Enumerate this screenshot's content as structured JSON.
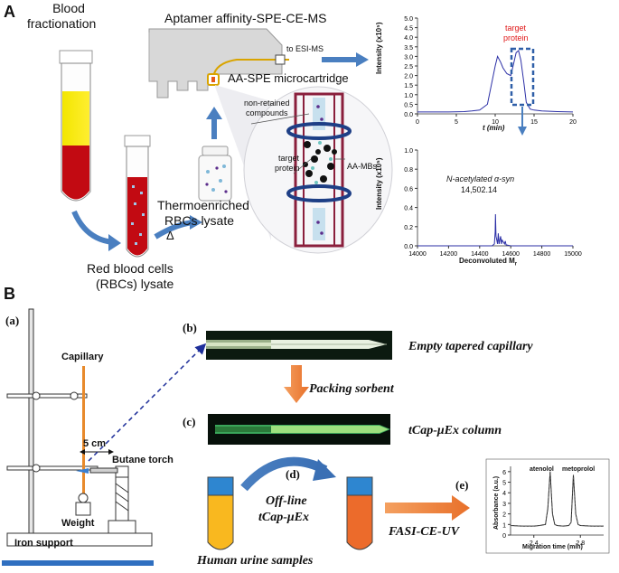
{
  "panelA": {
    "letter": "A",
    "blood_fractionation": [
      "Blood",
      "fractionation"
    ],
    "title": "Aptamer affinity-SPE-CE-MS",
    "to_esi_ms": "to ESI-MS",
    "microcartridge": "AA-SPE microcartridge",
    "non_retained": [
      "non-retained",
      "compounds"
    ],
    "target_protein": [
      "target",
      "protein"
    ],
    "aa_mbs": "AA-MBs",
    "thermo": [
      "Thermoenriched",
      "RBCs lysate"
    ],
    "delta": "Δ",
    "rbc_lysate": [
      "Red blood cells",
      "(RBCs) lysate"
    ],
    "chart1": {
      "target_label": [
        "target",
        "protein"
      ],
      "ylabel": "Intensity  (x10⁵)",
      "xlabel": "t (min)",
      "yticks": [
        "0.0",
        "0.5",
        "1.0",
        "1.5",
        "2.0",
        "2.5",
        "3.0",
        "3.5",
        "4.0",
        "4.5",
        "5.0"
      ],
      "xticks": [
        "0",
        "5",
        "10",
        "15",
        "20"
      ]
    },
    "chart2": {
      "ylabel": "Intensity  (x10⁵)",
      "xlabel": "Deconvoluted M",
      "xlabel_sub": "r",
      "peak_label": "N-acetylated α-syn",
      "peak_value": "14,502.14",
      "yticks": [
        "0.0",
        "0.2",
        "0.4",
        "0.6",
        "0.8",
        "1.0"
      ],
      "xticks": [
        "14000",
        "14200",
        "14400",
        "14600",
        "14800",
        "15000"
      ]
    }
  },
  "panelB": {
    "letter": "B",
    "a": "(a)",
    "b": "(b)",
    "c": "(c)",
    "d": "(d)",
    "e": "(e)",
    "capillary": "Capillary",
    "five_cm": "5 cm",
    "butane": "Butane torch",
    "weight": "Weight",
    "iron": "Iron support",
    "empty_tapered": "Empty tapered capillary",
    "packing": "Packing sorbent",
    "column": "tCap-μEx column",
    "offline": [
      "Off-line",
      "tCap-μEx"
    ],
    "fasi": "FASI-CE-UV",
    "human_urine": "Human urine samples",
    "chart3": {
      "ylabel": "Absorbance (a.u.)",
      "xlabel": "Migration time (min)",
      "peak1": "atenolol",
      "peak2": "metoprolol",
      "yticks": [
        "0",
        "1",
        "2",
        "3",
        "4",
        "5",
        "6"
      ],
      "xticks": [
        "2.4",
        "2.8"
      ]
    }
  },
  "chart_data": [
    {
      "type": "line",
      "title": "",
      "xlabel": "t (min)",
      "ylabel": "Intensity (x10⁵)",
      "xlim": [
        0,
        20
      ],
      "ylim": [
        0,
        5
      ],
      "annotation": "target protein",
      "series": [
        {
          "x": [
            0,
            2,
            4,
            6,
            7,
            8,
            9,
            9.5,
            10,
            10.3,
            10.7,
            11,
            11.5,
            12,
            12.3,
            12.7,
            13,
            13.3,
            13.7,
            14,
            14.5,
            15,
            16,
            18,
            20
          ],
          "y": [
            0.1,
            0.1,
            0.1,
            0.12,
            0.15,
            0.2,
            0.5,
            1.5,
            2.5,
            3.0,
            2.7,
            2.4,
            2.1,
            2.0,
            2.5,
            3.2,
            3.3,
            2.8,
            1.6,
            0.6,
            0.25,
            0.2,
            0.15,
            0.12,
            0.1
          ]
        }
      ]
    },
    {
      "type": "line",
      "title": "",
      "xlabel": "Deconvoluted Mr",
      "ylabel": "Intensity (x10⁵)",
      "xlim": [
        14000,
        15000
      ],
      "ylim": [
        0,
        1.0
      ],
      "annotation": "N-acetylated α-syn 14,502.14",
      "series": [
        {
          "x": [
            14000,
            14480,
            14495,
            14500,
            14502,
            14505,
            14515,
            14520,
            14525,
            14535,
            14540,
            14545,
            14560,
            14565,
            14570,
            14600,
            15000
          ],
          "y": [
            0.0,
            0.0,
            0.02,
            0.15,
            0.33,
            0.1,
            0.02,
            0.13,
            0.02,
            0.1,
            0.02,
            0.06,
            0.02,
            0.05,
            0.01,
            0.0,
            0.0
          ]
        }
      ]
    },
    {
      "type": "line",
      "title": "",
      "xlabel": "Migration time (min)",
      "ylabel": "Absorbance (a.u.)",
      "xlim": [
        2.2,
        3.0
      ],
      "ylim": [
        0,
        6.5
      ],
      "annotations": [
        "atenolol",
        "metoprolol"
      ],
      "series": [
        {
          "x": [
            2.2,
            2.3,
            2.4,
            2.45,
            2.5,
            2.52,
            2.54,
            2.56,
            2.58,
            2.6,
            2.65,
            2.7,
            2.72,
            2.74,
            2.76,
            2.78,
            2.8,
            2.9,
            3.0
          ],
          "y": [
            0.9,
            0.85,
            0.85,
            0.9,
            1.0,
            2.5,
            6.0,
            2.0,
            1.0,
            0.9,
            0.85,
            0.9,
            1.2,
            5.7,
            2.0,
            1.0,
            0.9,
            0.85,
            0.85
          ]
        }
      ]
    }
  ]
}
